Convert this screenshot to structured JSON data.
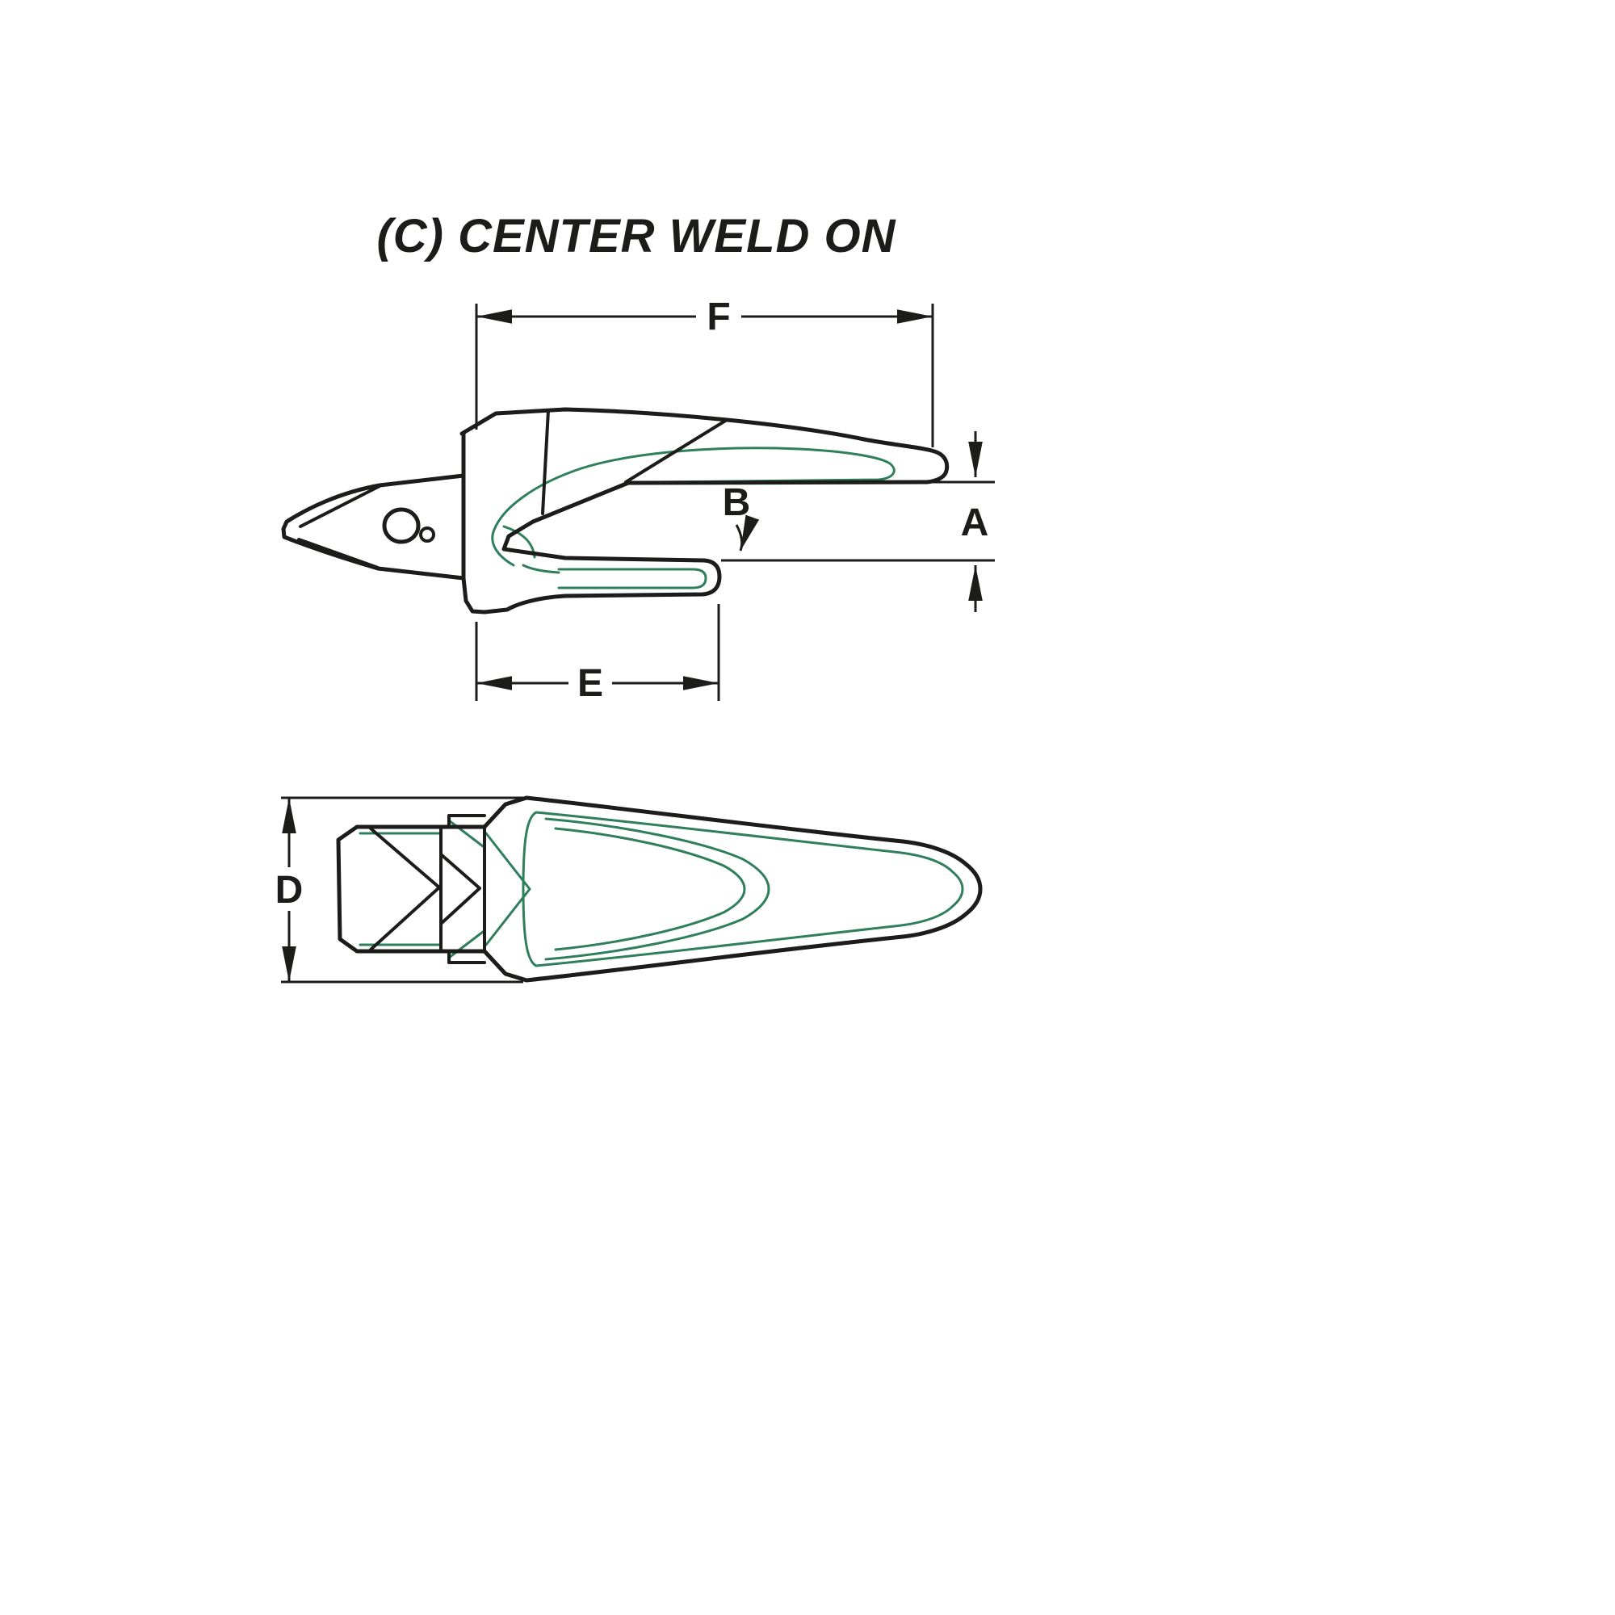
{
  "title": "(C) CENTER WELD ON",
  "dimension_labels": {
    "f": "F",
    "b": "B",
    "a": "A",
    "e": "E",
    "d": "D"
  },
  "colors": {
    "outline": "#1c1c1a",
    "hidden_line": "#2f7e5c",
    "background": "#ffffff"
  }
}
